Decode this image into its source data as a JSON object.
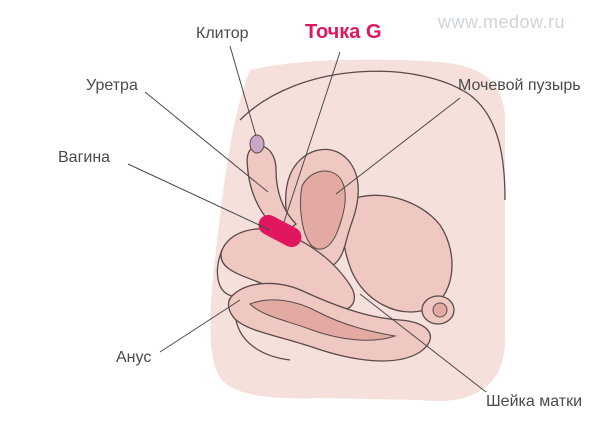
{
  "watermark": "www.medow.ru",
  "labels": {
    "clitoris": "Клитор",
    "g_spot": "Точка G",
    "urethra": "Уретра",
    "bladder": "Мочевой пузырь",
    "vagina": "Вагина",
    "anus": "Анус",
    "cervix": "Шейка матки"
  },
  "colors": {
    "skin": "#f6e0dc",
    "tissue": "#efc8c2",
    "tissue_dark": "#e2aaa3",
    "outline": "#5a4a4a",
    "g_spot": "#e0175f",
    "clitoris": "#c9a7c8",
    "label_text": "#4a4a4a",
    "leader_line": "#4a4a4a"
  }
}
